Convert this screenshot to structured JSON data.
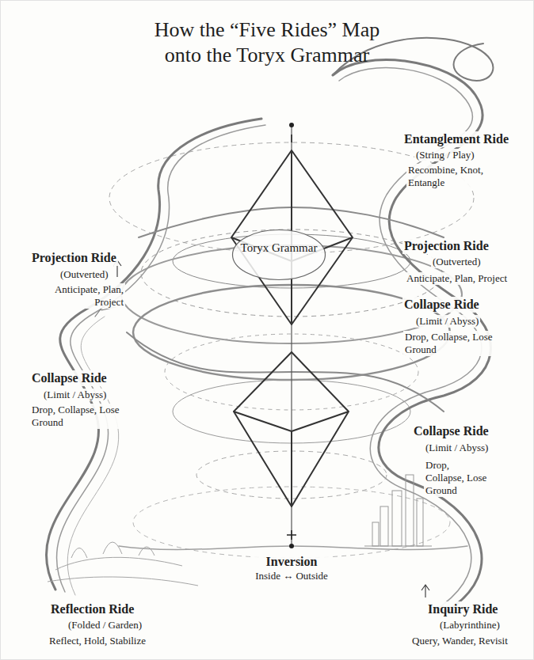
{
  "diagram": {
    "title": "How the “Five Rides” Map onto the Toryx Grammar",
    "nodes": [
      {
        "text": [
          "Toryx Grammar"
        ]
      }
    ],
    "labels": [
      "Entanglement Ride",
      "(String / Play)",
      "Recombine, Knot, Entangle",
      "Projection Ride",
      "(Outverted)",
      "Anticipate, Plan, Project",
      "Projection Ride",
      "(Outverted)",
      "Anticipate, Plan, Project",
      "Collapse Ride",
      "(Limit / Abyss)",
      "Drop, Collapse, Lose Ground",
      "Collapse Ride",
      "(Limit / Abyss)",
      "Drop, Collapse, Lose Ground",
      "Collapse Ride",
      "(Limit / Abyss)",
      "Drop, Collapse, Lose Ground",
      "Inversion",
      "Inside ↔ Outside",
      "Reflection Ride",
      "(Folded / Garden)",
      "Reflect, Hold, Stabilize",
      "Inquiry Ride",
      "(Labyrinthine)",
      "Query, Wander, Revisit"
    ]
  }
}
